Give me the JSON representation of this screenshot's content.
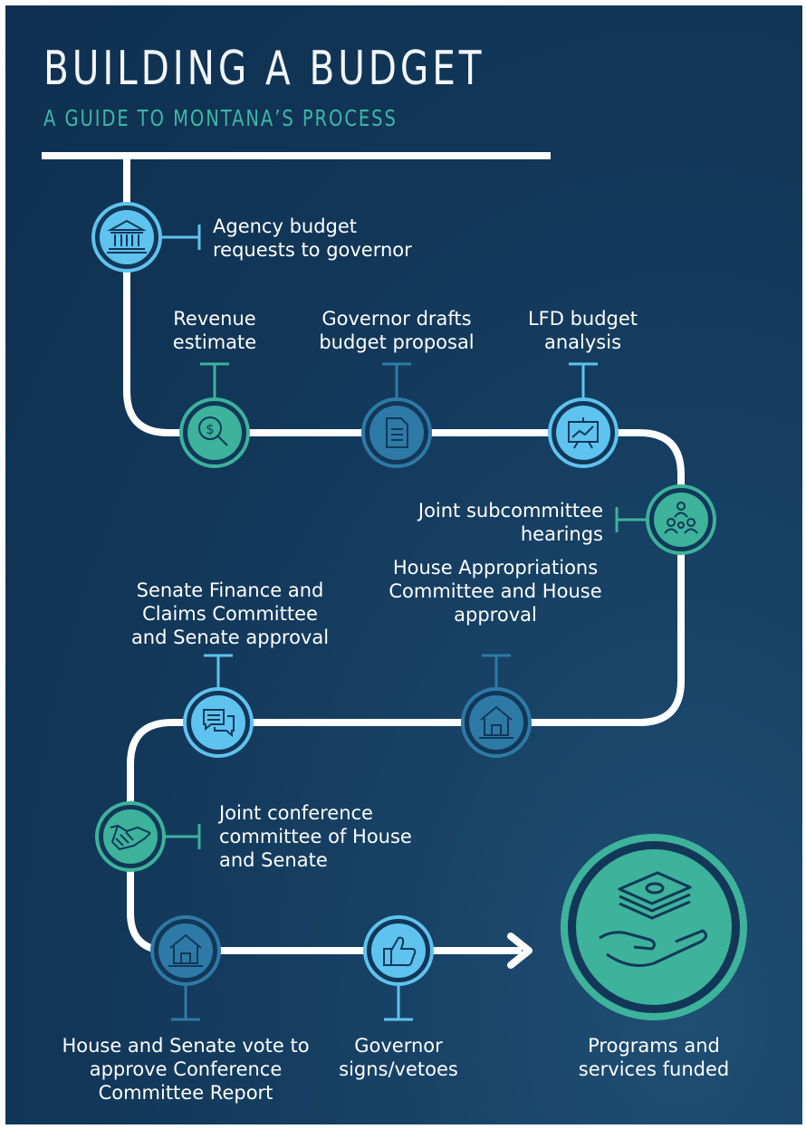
{
  "title": "BUILDING A BUDGET",
  "subtitle": "A GUIDE TO MONTANA’S PROCESS",
  "colors": {
    "background": "#123759",
    "path": "#ffffff",
    "light_blue": "#5fc3ef",
    "teal": "#3cb39a",
    "steel_blue": "#2e7aa6",
    "title_text": "#f2f6fa",
    "subtitle_text": "#3cb8a4"
  },
  "steps": [
    {
      "id": "agency",
      "label": "Agency budget requests to governor",
      "icon": "government-building-icon",
      "color": "light_blue"
    },
    {
      "id": "revenue",
      "label": "Revenue estimate",
      "icon": "magnifier-dollar-icon",
      "color": "teal"
    },
    {
      "id": "governor-draft",
      "label": "Governor drafts budget proposal",
      "icon": "document-icon",
      "color": "steel_blue"
    },
    {
      "id": "lfd",
      "label": "LFD budget analysis",
      "icon": "presentation-chart-icon",
      "color": "light_blue"
    },
    {
      "id": "joint-sub",
      "label": "Joint subcommittee hearings",
      "icon": "people-group-icon",
      "color": "teal"
    },
    {
      "id": "house-approp",
      "label": "House Appropriations Committee and House approval",
      "icon": "house-icon",
      "color": "steel_blue"
    },
    {
      "id": "senate-finance",
      "label": "Senate Finance and Claims Committee and Senate approval",
      "icon": "speech-bubbles-icon",
      "color": "light_blue"
    },
    {
      "id": "conference",
      "label": "Joint conference committee of House and Senate",
      "icon": "handshake-icon",
      "color": "teal"
    },
    {
      "id": "final-vote",
      "label": "House and Senate vote to approve Conference Committee Report",
      "icon": "house-icon",
      "color": "steel_blue"
    },
    {
      "id": "governor-sign",
      "label": "Governor signs/vetoes",
      "icon": "thumbs-up-icon",
      "color": "light_blue"
    },
    {
      "id": "funded",
      "label": "Programs and services funded",
      "icon": "money-hand-icon",
      "color": "teal"
    }
  ]
}
